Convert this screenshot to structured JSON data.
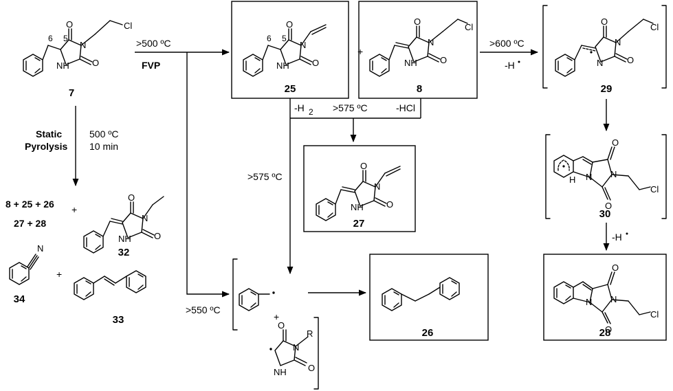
{
  "compounds": {
    "c7": "7",
    "c25": "25",
    "c8": "8",
    "c29": "29",
    "c27": "27",
    "c30": "30",
    "c28": "28",
    "c26": "26",
    "c32": "32",
    "c34": "34",
    "c33": "33"
  },
  "conditions": {
    "fvp_temp": ">500 ºC",
    "fvp": "FVP",
    "to29_temp": ">600 ºC",
    "to29_loss": "-H",
    "mid_h2": "-H",
    "mid_h2_sub": "2",
    "mid_temp": ">575 ºC",
    "mid_hcl": "-HCl",
    "left_575": ">575 ºC",
    "left_550": ">550 ºC",
    "static": "Static",
    "pyrolysis": "Pyrolysis",
    "static_temp": "500 ºC",
    "static_time": "10 min",
    "to28_loss": "-H"
  },
  "products": {
    "line1": "8 + 25 + 26",
    "line2": "27 + 28",
    "plus": "+"
  },
  "atoms": {
    "O": "O",
    "N": "N",
    "NH": "NH",
    "H": "H",
    "Cl": "Cl",
    "R": "R",
    "pos5": "5",
    "pos6": "6"
  }
}
